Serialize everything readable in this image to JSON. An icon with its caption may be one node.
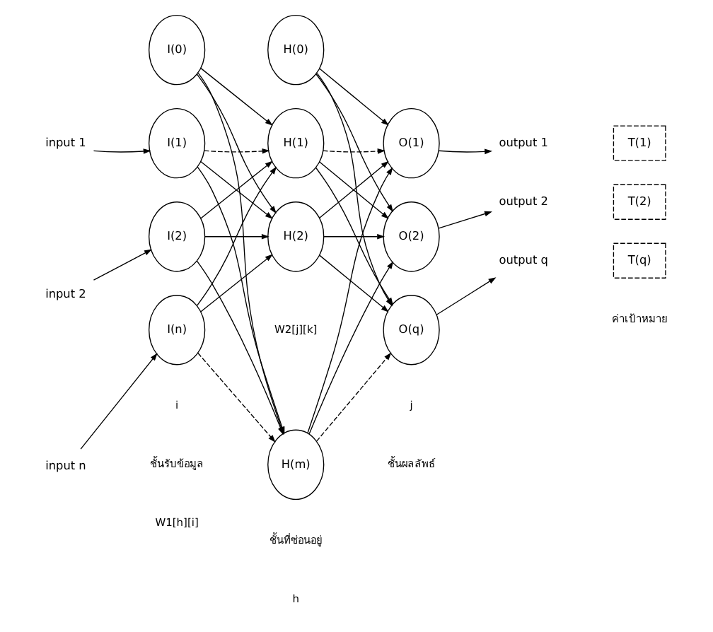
{
  "diagram": {
    "nodes": [
      {
        "text": [
          "I(0)"
        ]
      },
      {
        "text": [
          "H(0)"
        ]
      },
      {
        "text": [
          "input 1"
        ]
      },
      {
        "text": [
          "I(1)"
        ]
      },
      {
        "text": [
          "H(1)"
        ]
      },
      {
        "text": [
          "O(1)"
        ]
      },
      {
        "text": [
          "output 1"
        ]
      },
      {
        "text": [
          "T(1)"
        ]
      },
      {
        "text": [
          "input 2"
        ]
      },
      {
        "text": [
          "I(2)"
        ]
      },
      {
        "text": [
          "H(2)"
        ]
      },
      {
        "text": [
          "O(2)"
        ]
      },
      {
        "text": [
          "output 2"
        ]
      },
      {
        "text": [
          "T(2)"
        ]
      },
      {
        "text": [
          "input n"
        ]
      },
      {
        "text": [
          "I(n)"
        ]
      },
      {
        "text": [
          "H(m)"
        ]
      },
      {
        "text": [
          "O(q)"
        ]
      },
      {
        "text": [
          "output q"
        ]
      },
      {
        "text": [
          "T(q)"
        ]
      }
    ],
    "edges": [
      {
        "from": 0,
        "to": 4,
        "arrow": "to"
      },
      {
        "from": 0,
        "to": 10,
        "arrow": "to"
      },
      {
        "from": 0,
        "to": 16,
        "arrow": "to"
      },
      {
        "from": 1,
        "to": 5,
        "arrow": "to"
      },
      {
        "from": 1,
        "to": 11,
        "arrow": "to"
      },
      {
        "from": 1,
        "to": 17,
        "arrow": "to"
      },
      {
        "from": 2,
        "to": 3,
        "arrow": "to"
      },
      {
        "from": 8,
        "to": 9,
        "arrow": "to"
      },
      {
        "from": 14,
        "to": 15,
        "arrow": "to"
      },
      {
        "from": 3,
        "to": 4,
        "arrow": "to",
        "style": "dashed"
      },
      {
        "from": 3,
        "to": 10,
        "arrow": "to"
      },
      {
        "from": 3,
        "to": 16,
        "arrow": "to"
      },
      {
        "from": 9,
        "to": 4,
        "arrow": "to"
      },
      {
        "from": 9,
        "to": 10,
        "arrow": "to"
      },
      {
        "from": 9,
        "to": 16,
        "arrow": "to"
      },
      {
        "from": 15,
        "to": 4,
        "arrow": "to"
      },
      {
        "from": 15,
        "to": 10,
        "arrow": "to"
      },
      {
        "from": 15,
        "to": 16,
        "arrow": "to",
        "style": "dashed"
      },
      {
        "from": 4,
        "to": 5,
        "arrow": "to",
        "style": "dashed"
      },
      {
        "from": 4,
        "to": 11,
        "arrow": "to"
      },
      {
        "from": 4,
        "to": 17,
        "arrow": "to"
      },
      {
        "from": 10,
        "to": 5,
        "arrow": "to"
      },
      {
        "from": 10,
        "to": 11,
        "arrow": "to"
      },
      {
        "from": 10,
        "to": 17,
        "arrow": "to"
      },
      {
        "from": 16,
        "to": 5,
        "arrow": "to"
      },
      {
        "from": 16,
        "to": 11,
        "arrow": "to"
      },
      {
        "from": 16,
        "to": 17,
        "arrow": "to",
        "style": "dashed"
      },
      {
        "from": 5,
        "to": 6,
        "arrow": "to"
      },
      {
        "from": 11,
        "to": 12,
        "arrow": "to"
      },
      {
        "from": 17,
        "to": 18,
        "arrow": "to"
      }
    ],
    "labels": [
      "i",
      "h",
      "j",
      "W1[h][i]",
      "W2[j][k]",
      "ชั้นรับข้อมูล",
      "ชั้นที่ซ่อนอยู่",
      "ชั้นผลลัพธ์",
      "ค่าเป้าหมาย"
    ]
  }
}
